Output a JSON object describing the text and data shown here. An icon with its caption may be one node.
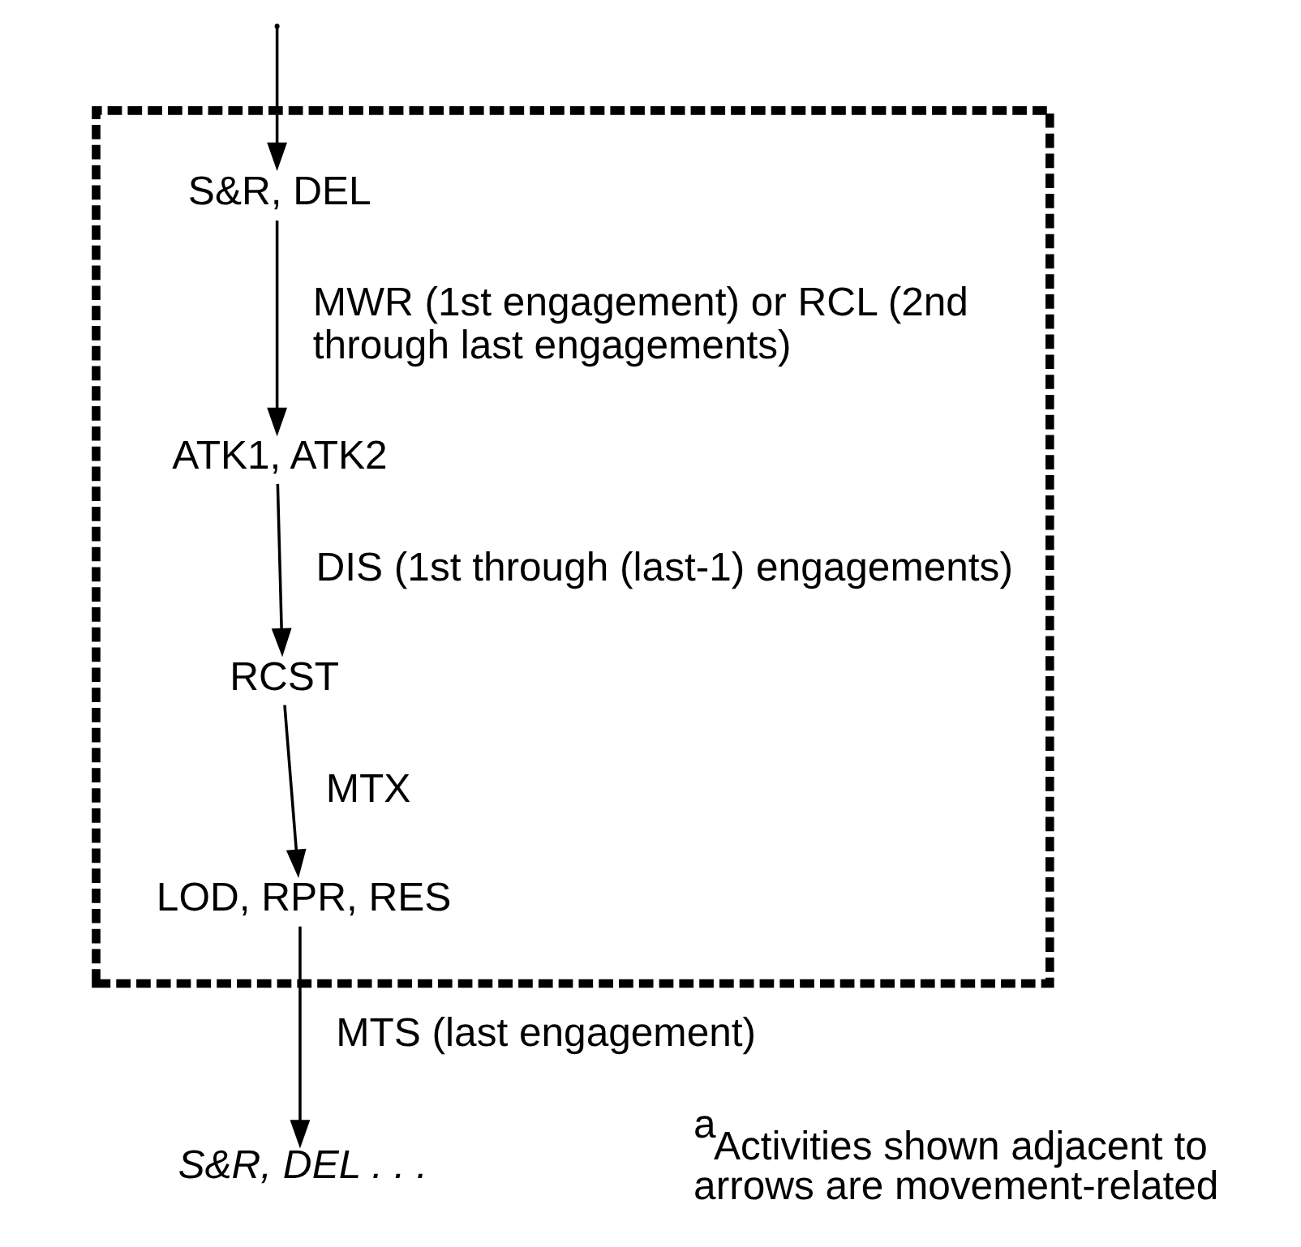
{
  "diagram": {
    "nodes": [
      {
        "text": [],
        "shape": "box"
      },
      {
        "text": [
          "S&R, DEL"
        ],
        "in": 0
      },
      {
        "text": [
          "ATK1, ATK2"
        ],
        "in": 0
      },
      {
        "text": [
          "RCST"
        ],
        "in": 0
      },
      {
        "text": [
          "LOD, RPR, RES"
        ],
        "in": 0
      },
      {
        "text": [
          "S&R, DEL . . ."
        ]
      }
    ],
    "edges": [
      {
        "from": null,
        "to": 1,
        "arrow": "to"
      },
      {
        "from": 1,
        "to": 2,
        "arrow": "to",
        "label": "MWR (1st engagement) or RCL (2nd through last engagements)"
      },
      {
        "from": 2,
        "to": 3,
        "arrow": "to",
        "label": "DIS (1st through (last-1) engagements)"
      },
      {
        "from": 3,
        "to": 4,
        "arrow": "to",
        "label": "MTX"
      },
      {
        "from": 4,
        "to": 5,
        "arrow": "to",
        "label": "MTS (last engagement)"
      }
    ],
    "labels": [
      "$^{a}$Activities shown adjacent to arrows are movement-related"
    ]
  }
}
